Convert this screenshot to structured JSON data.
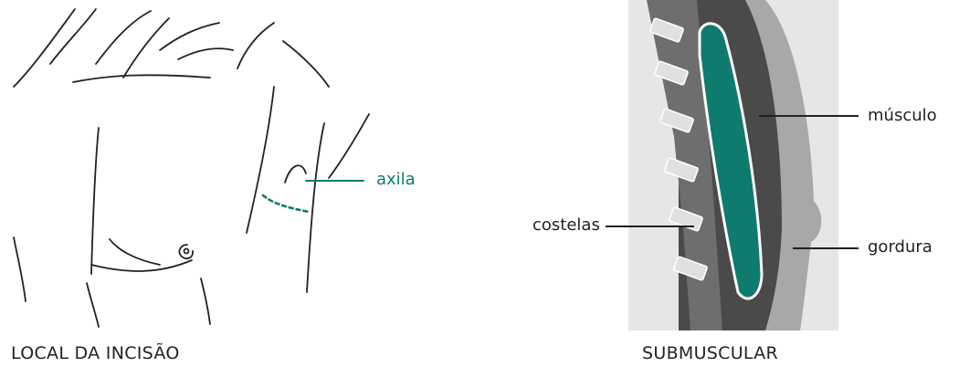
{
  "left_panel": {
    "caption": "LOCAL DA INCISÃO",
    "label_axila": "axila"
  },
  "right_panel": {
    "caption": "SUBMUSCULAR",
    "label_musculo": "músculo",
    "label_costelas": "costelas",
    "label_gordura": "gordura"
  },
  "colors": {
    "accent": "#0f7a6e",
    "line": "#222222",
    "background_panel": "#e6e6e6",
    "rib_band": "#6e6e6e",
    "muscle_outer": "#4a4a4a",
    "fat": "#a8a8a8"
  }
}
